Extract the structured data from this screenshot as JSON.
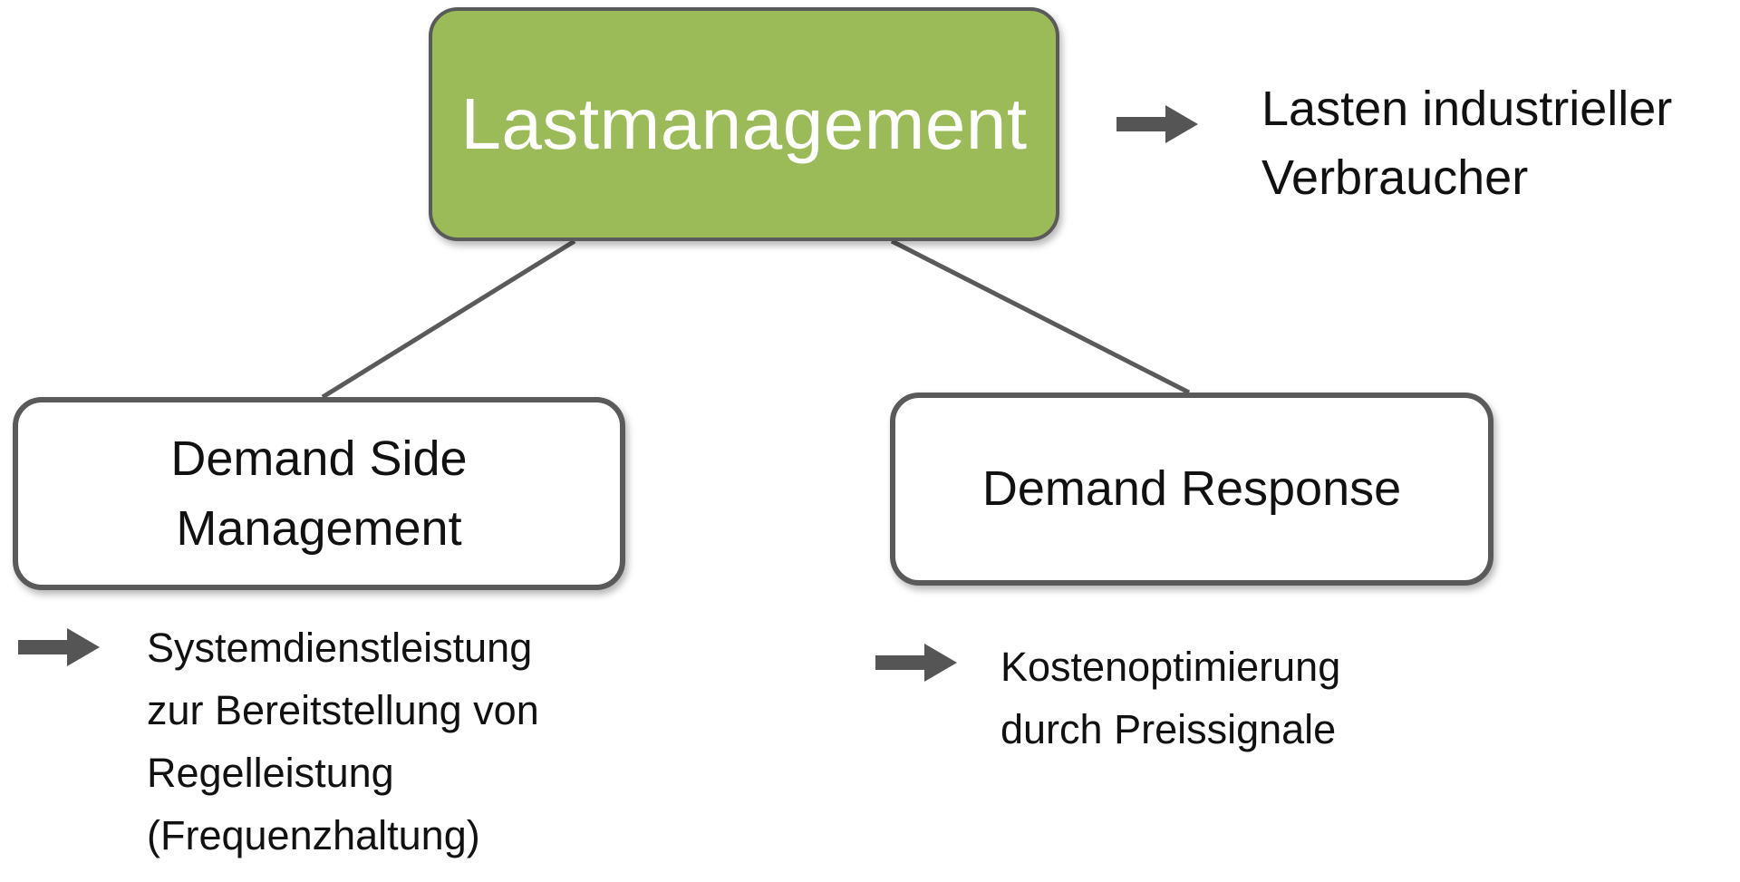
{
  "diagram": {
    "root": {
      "label": "Lastmanagement",
      "note": "Lasten industrieller\nVerbraucher"
    },
    "children": [
      {
        "label": "Demand Side\nManagement",
        "note": "Systemdienstleistung\nzur Bereitstellung von\nRegelleistung\n(Frequenzhaltung)"
      },
      {
        "label": "Demand Response",
        "note": "Kostenoptimierung\ndurch Preissignale"
      }
    ]
  },
  "colors": {
    "root_fill": "#9bbb59",
    "node_border": "#5a5a5a",
    "connector": "#5a5a5a",
    "arrow": "#555555",
    "text": "#111111",
    "root_text": "#ffffff"
  },
  "icons": {
    "note_arrow": "arrow-right-icon"
  }
}
